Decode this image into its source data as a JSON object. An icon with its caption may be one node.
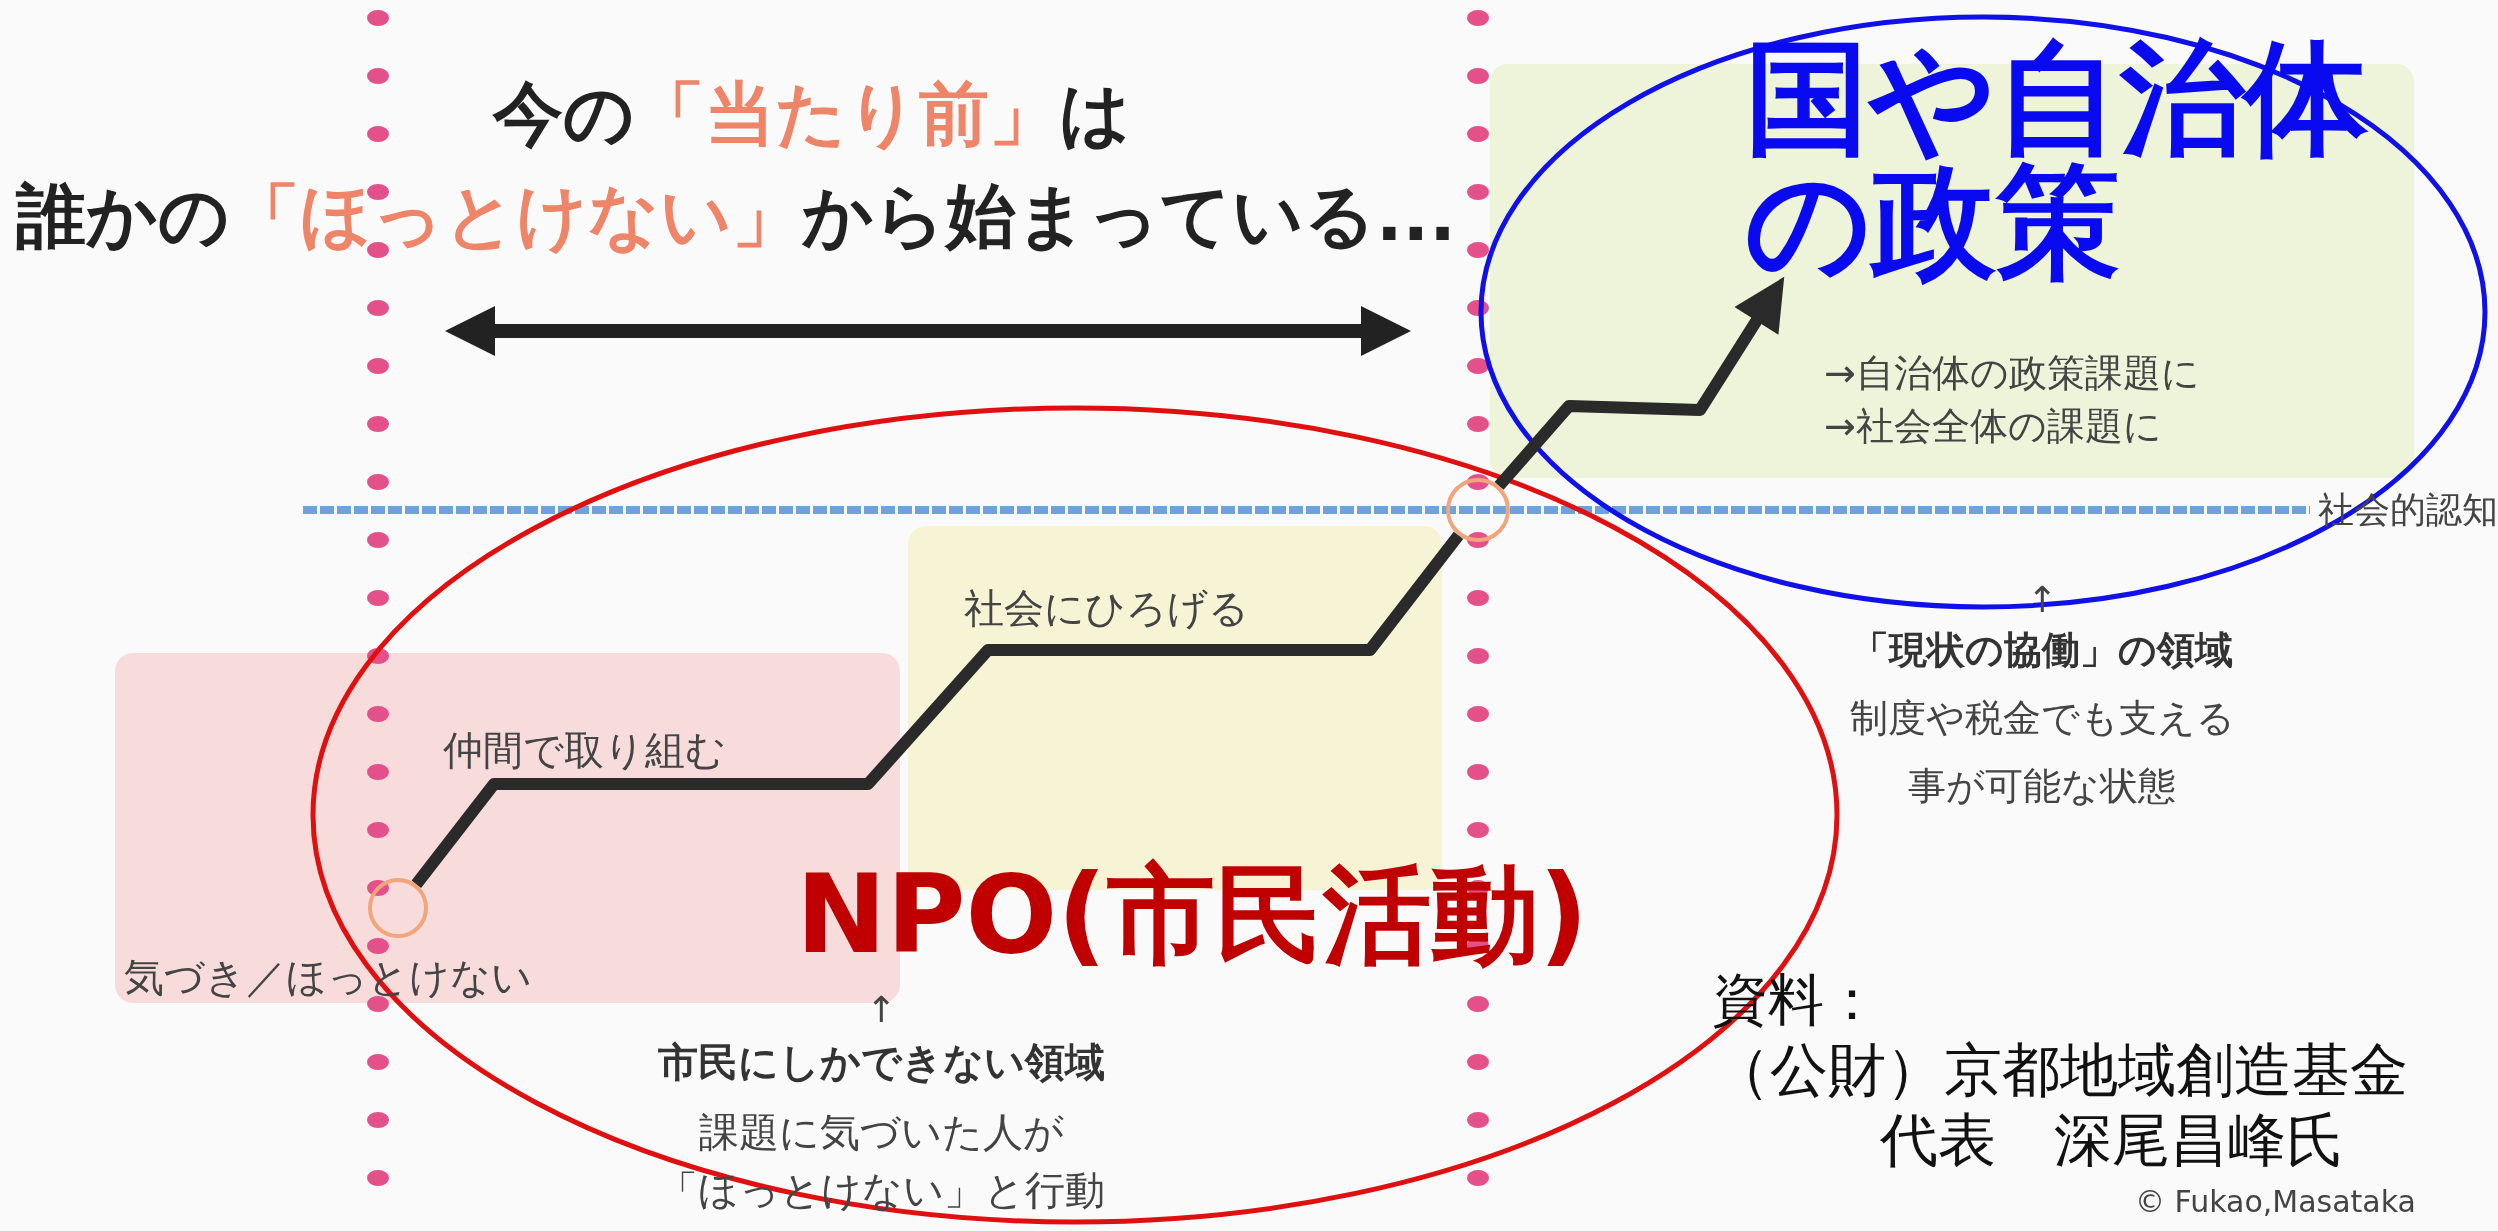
{
  "diagram": {
    "nodes": [
      {
        "text": [
          "NPO(市民活動)"
        ]
      },
      {
        "text": [
          "国や自治体の政策"
        ]
      },
      {
        "text": [],
        "shape": "circle",
        "in": 0
      },
      {
        "text": [],
        "shape": "circle",
        "in": 0
      }
    ],
    "edges": [
      {
        "from": 2,
        "to": 3,
        "arrow": "none"
      },
      {
        "from": 3,
        "to": 1,
        "arrow": "to"
      }
    ],
    "labels": [
      "今の**「当たり前」**は",
      "誰かの**「ほっとけない」**から始まっている...",
      "→自治体の政策課題に",
      "→社会全体の課題に",
      "社会的認知",
      "社会にひろげる",
      "↑",
      "「現状の協働」の領域",
      "制度や税金でも支える",
      "事が可能な状態",
      "仲間で取り組む",
      "気づき／ほっとけない",
      "資料：",
      "（公財）京都地域創造基金",
      "代表　深尾昌峰氏",
      "↑",
      "市民にしかできない領域",
      "課題に気づいた人が",
      "「ほっとけない」と行動",
      "© Fukao,Masataka"
    ]
  }
}
